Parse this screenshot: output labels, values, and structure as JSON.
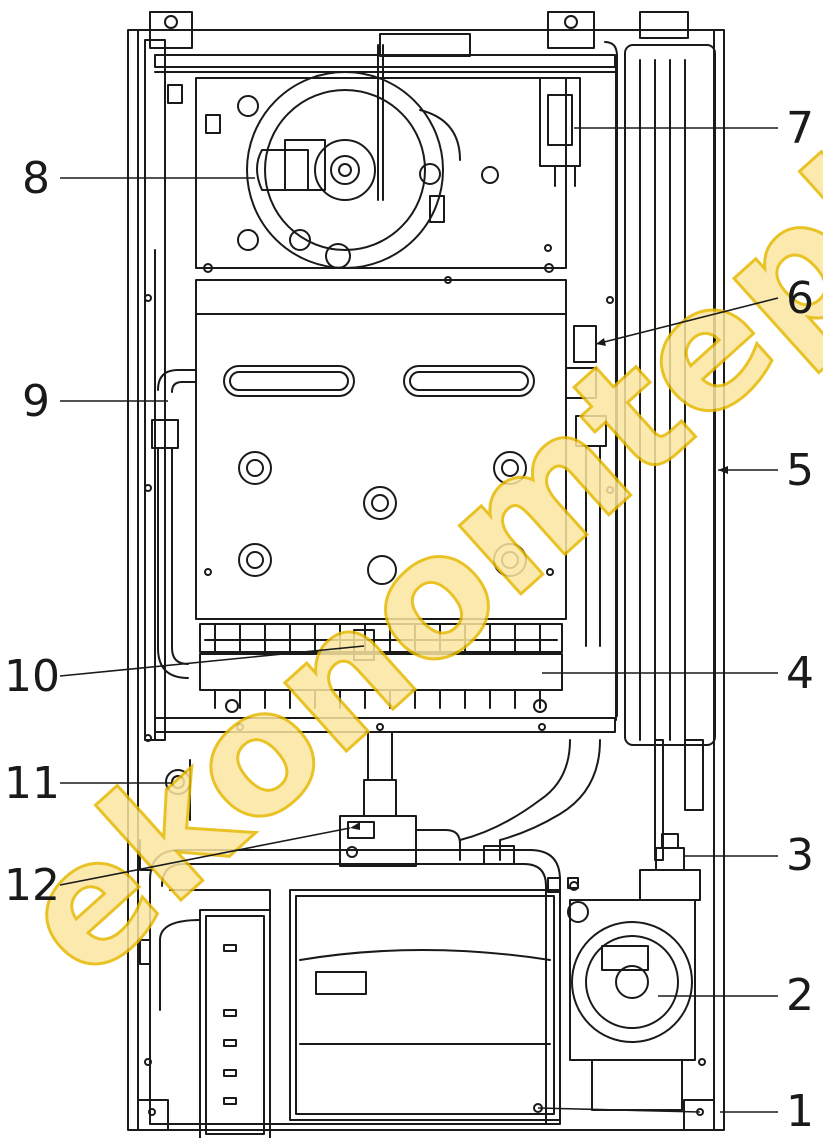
{
  "diagram": {
    "callouts": [
      {
        "id": "1",
        "label": "1"
      },
      {
        "id": "2",
        "label": "2"
      },
      {
        "id": "3",
        "label": "3"
      },
      {
        "id": "4",
        "label": "4"
      },
      {
        "id": "5",
        "label": "5"
      },
      {
        "id": "6",
        "label": "6"
      },
      {
        "id": "7",
        "label": "7"
      },
      {
        "id": "8",
        "label": "8"
      },
      {
        "id": "9",
        "label": "9"
      },
      {
        "id": "10",
        "label": "10"
      },
      {
        "id": "11",
        "label": "11"
      },
      {
        "id": "12",
        "label": "12"
      }
    ]
  },
  "watermark": {
    "text": "ekonomteplo"
  },
  "colors": {
    "line": "#1a1a1a",
    "watermark_fill": "#fbe6a0",
    "watermark_stroke": "#e6b800"
  }
}
